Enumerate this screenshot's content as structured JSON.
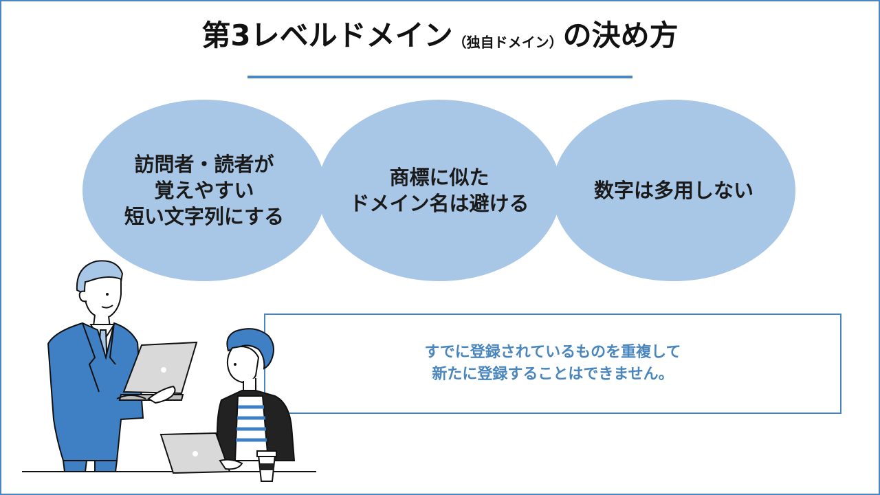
{
  "title": {
    "main": "第3レベルドメイン",
    "sub": "（独自ドメイン）",
    "tail": "の決め方"
  },
  "bubbles": [
    {
      "lines": [
        "訪問者・読者が",
        "覚えやすい",
        "短い文字列にする"
      ]
    },
    {
      "lines": [
        "商標に似た",
        "ドメイン名は避ける"
      ]
    },
    {
      "lines": [
        "数字は多用しない"
      ]
    }
  ],
  "note": {
    "lines": [
      "すでに登録されているものを重複して",
      "新たに登録することはできません。"
    ]
  },
  "colors": {
    "accent": "#4a86be",
    "bubble": "#a8c6e6",
    "text": "#111111"
  },
  "illustration": {
    "icon": "business-people-illustration"
  }
}
